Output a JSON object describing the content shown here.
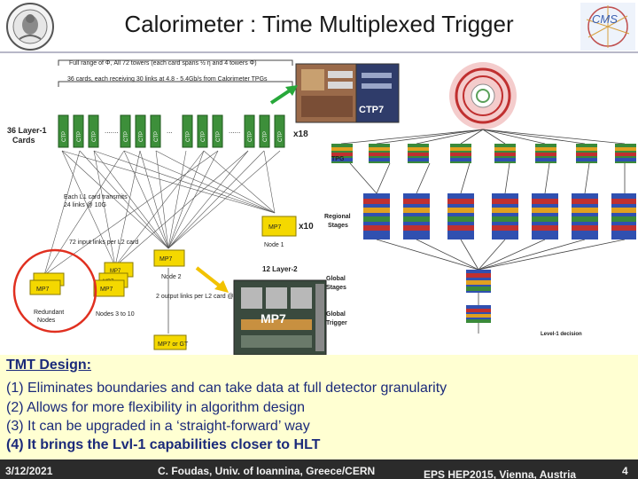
{
  "slide": {
    "title": "Calorimeter : Time Multiplexed Trigger"
  },
  "figure": {
    "top_brace_text": "Full range of Φ, All 72 towers (each card spans ½ η and 4 towers Φ)",
    "cards_text": "36 cards, each receiving 30 links at 4.8 - 5.4Gb/s from Calorimeter TPGs",
    "layer1_label_line1": "36 Layer-1",
    "layer1_label_line2": "Cards",
    "ctp_label": "CTP",
    "ctp7_label": "CTP7",
    "x18": "x18",
    "x10": "x10",
    "tpg_label": "TPG",
    "links_text_line1": "Each L1 card transmits",
    "links_text_line2": "24 links @ 10G",
    "input_links_text": "72 input links per L2 card",
    "node1": "Node 1",
    "node2": "Node 2",
    "mp7_label": "MP7",
    "layer2_text": "12 Layer-2",
    "output_links_text": "2 output links per L2 card @",
    "redundant_line1": "Redundant",
    "redundant_line2": "Nodes",
    "nodes_text": "Nodes 3 to 10",
    "mp7_gt": "MP7 or GT",
    "photo_mp7_label": "MP7",
    "regional_line1": "Regional",
    "regional_line2": "Stages",
    "global_stages_line1": "Global",
    "global_stages_line2": "Stages",
    "global_trigger_line1": "Global",
    "global_trigger_line2": "Trigger",
    "level1_decision": "Level-1 decision",
    "colors": {
      "arrow_green": "#27a83a",
      "arrow_yellow": "#f2c200",
      "ctp_box": "#3d8f3a",
      "mp7_box": "#f4d800",
      "redundant_circle": "#e03020"
    }
  },
  "design": {
    "heading": "TMT Design:",
    "line1": "(1) Eliminates boundaries and can take data at full detector granularity",
    "line2": "(2) Allows for more flexibility in algorithm design",
    "line3": "(3) It can be upgraded in a ‘straight-forward’ way",
    "line4": "(4) It brings the Lvl-1 capabilities closer to HLT"
  },
  "footer": {
    "date": "3/12/2021",
    "author": "C. Foudas, Univ. of Ioannina, Greece/CERN",
    "conference": "EPS HEP2015, Vienna, Austria",
    "page": "4"
  }
}
